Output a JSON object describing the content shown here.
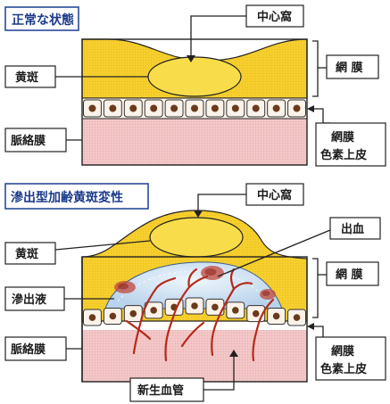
{
  "panel_normal": {
    "title": "正常な状態",
    "fovea_label": "中心窩",
    "macula_label": "黄斑",
    "retina_label": "網 膜",
    "choroid_label": "脈絡膜",
    "rpe_label_line1": "網膜",
    "rpe_label_line2": "色素上皮"
  },
  "panel_amd": {
    "title": "滲出型加齢黄斑変性",
    "fovea_label": "中心窩",
    "macula_label": "黄斑",
    "hemorrhage_label": "出血",
    "retina_label": "網 膜",
    "exudate_label": "滲出液",
    "choroid_label": "脈絡膜",
    "rpe_label_line1": "網膜",
    "rpe_label_line2": "色素上皮",
    "neovessel_label": "新生血管"
  },
  "colors": {
    "retina_yellow": "#f6cf2e",
    "macula_yellow": "#f8dc4a",
    "choroid_pink": "#f3c7c7",
    "cell_fill": "#fbf3ea",
    "nucleus": "#6a3a1a",
    "vessel_red": "#b42a1a",
    "hemorrhage": "#c0473c",
    "exudate_blue": "#cfe2f4",
    "title_border": "#2a4a9a"
  }
}
